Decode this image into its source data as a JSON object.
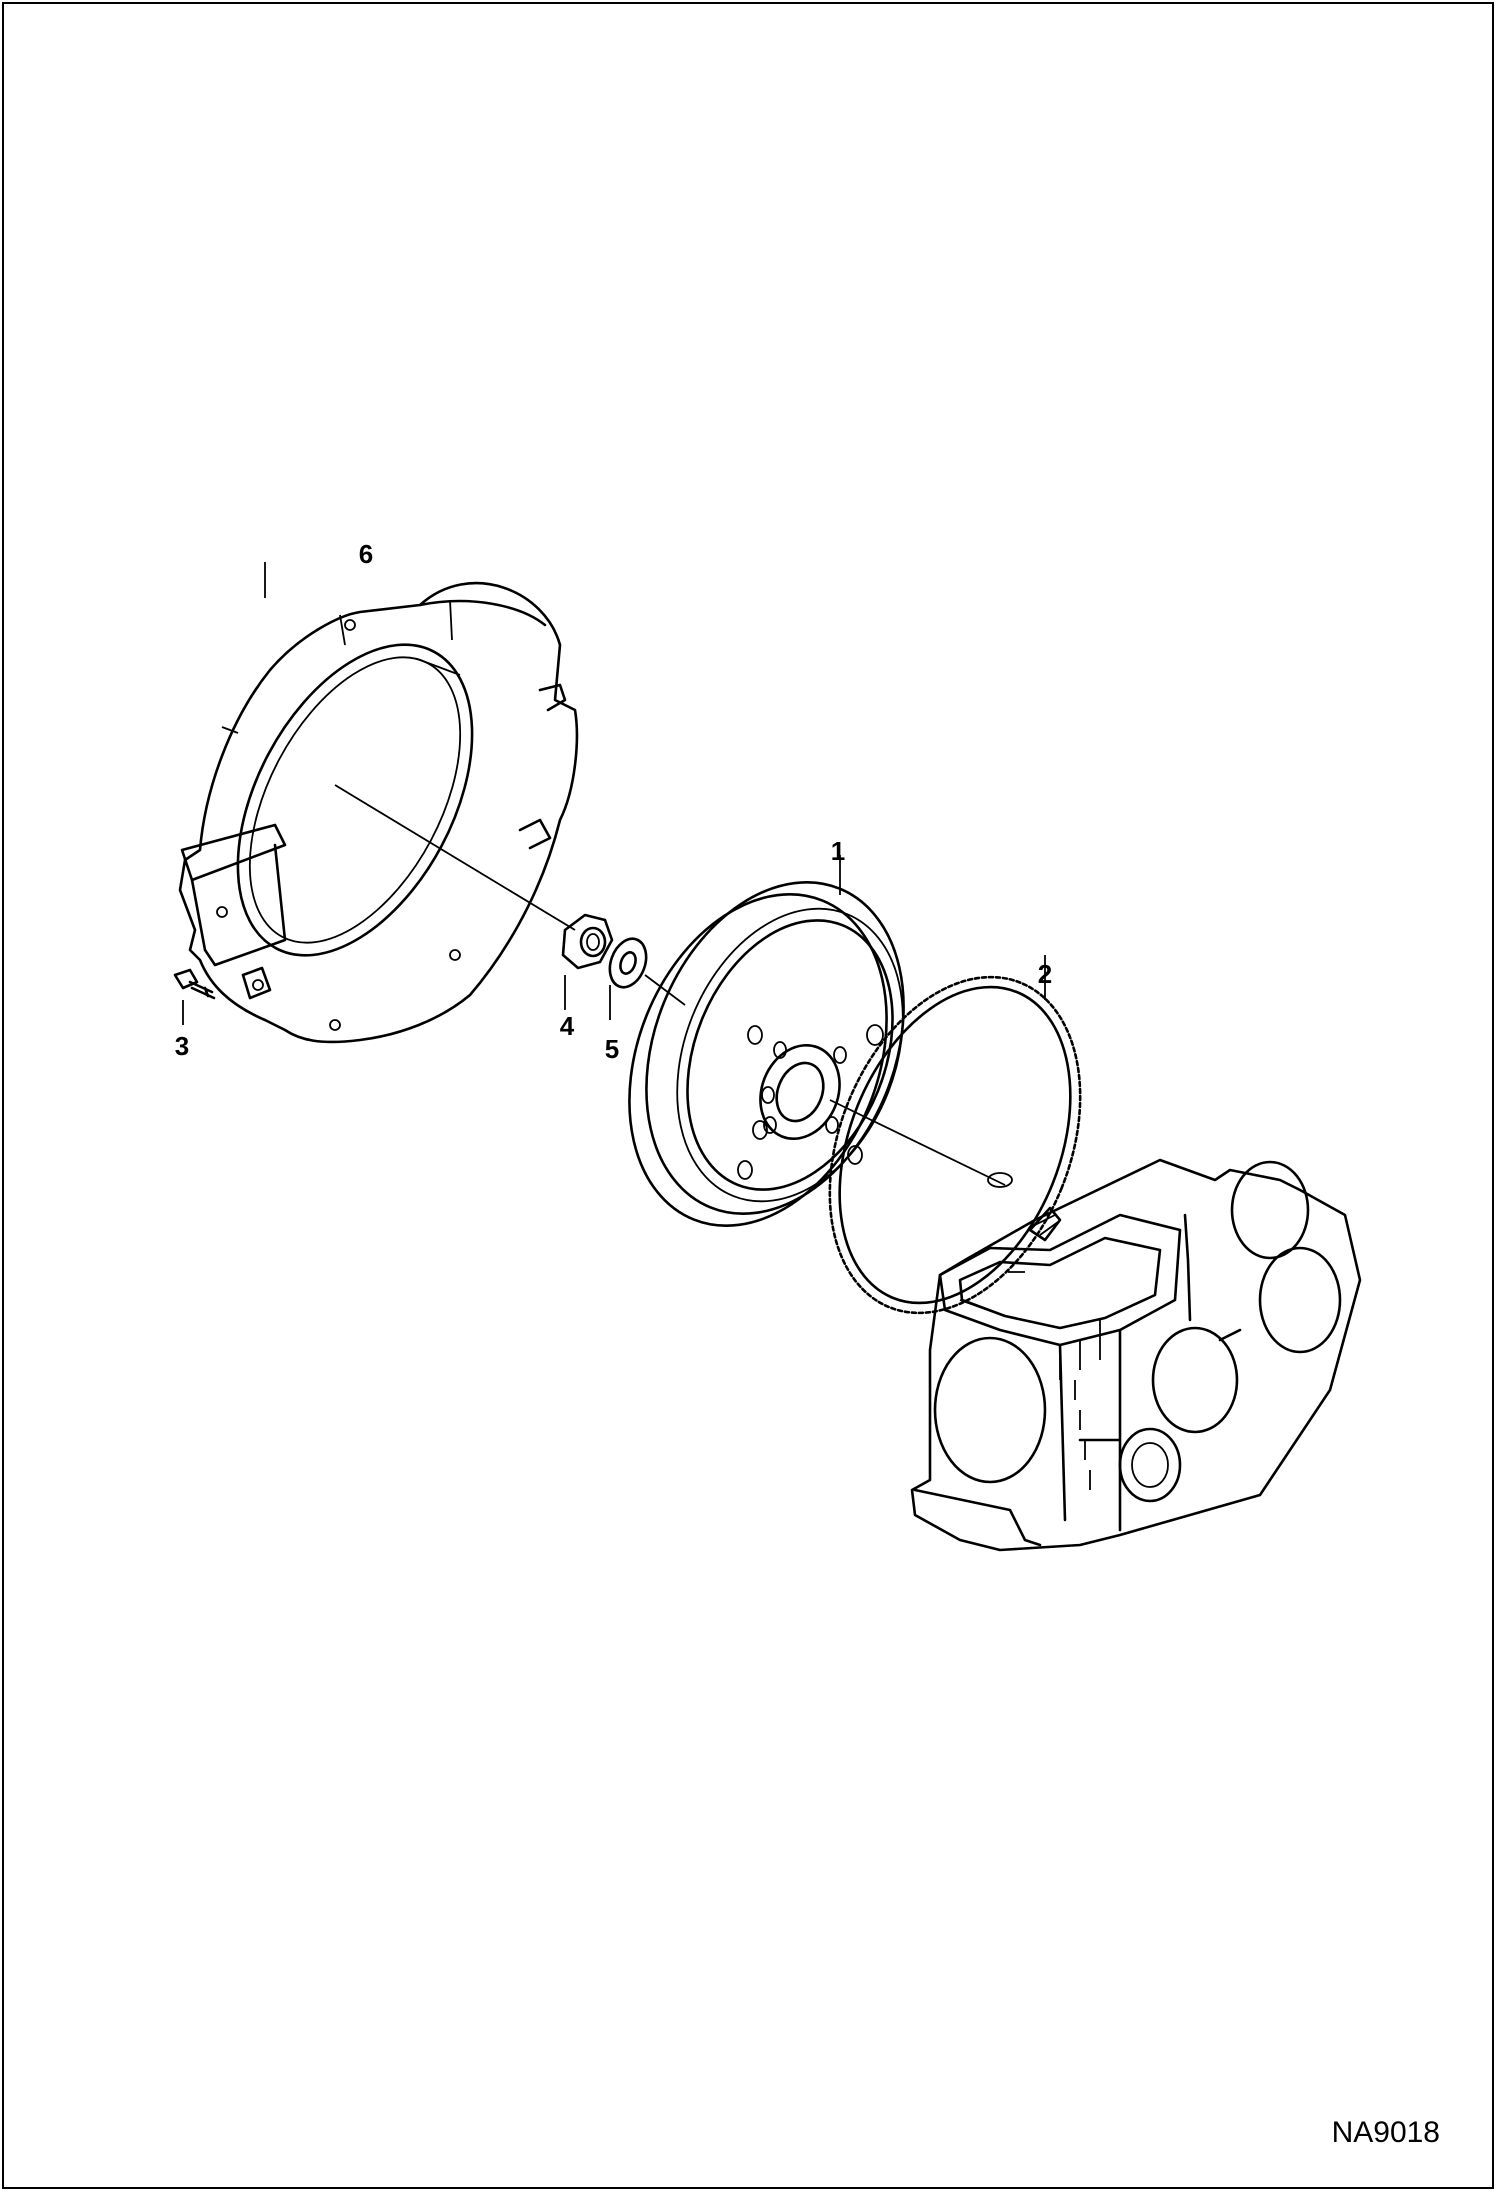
{
  "callouts": {
    "c1": "1",
    "c2": "2",
    "c3": "3",
    "c4": "4",
    "c5": "5",
    "c6": "6"
  },
  "drawing_code": "NA9018",
  "colors": {
    "line": "#000000",
    "background": "#ffffff"
  }
}
